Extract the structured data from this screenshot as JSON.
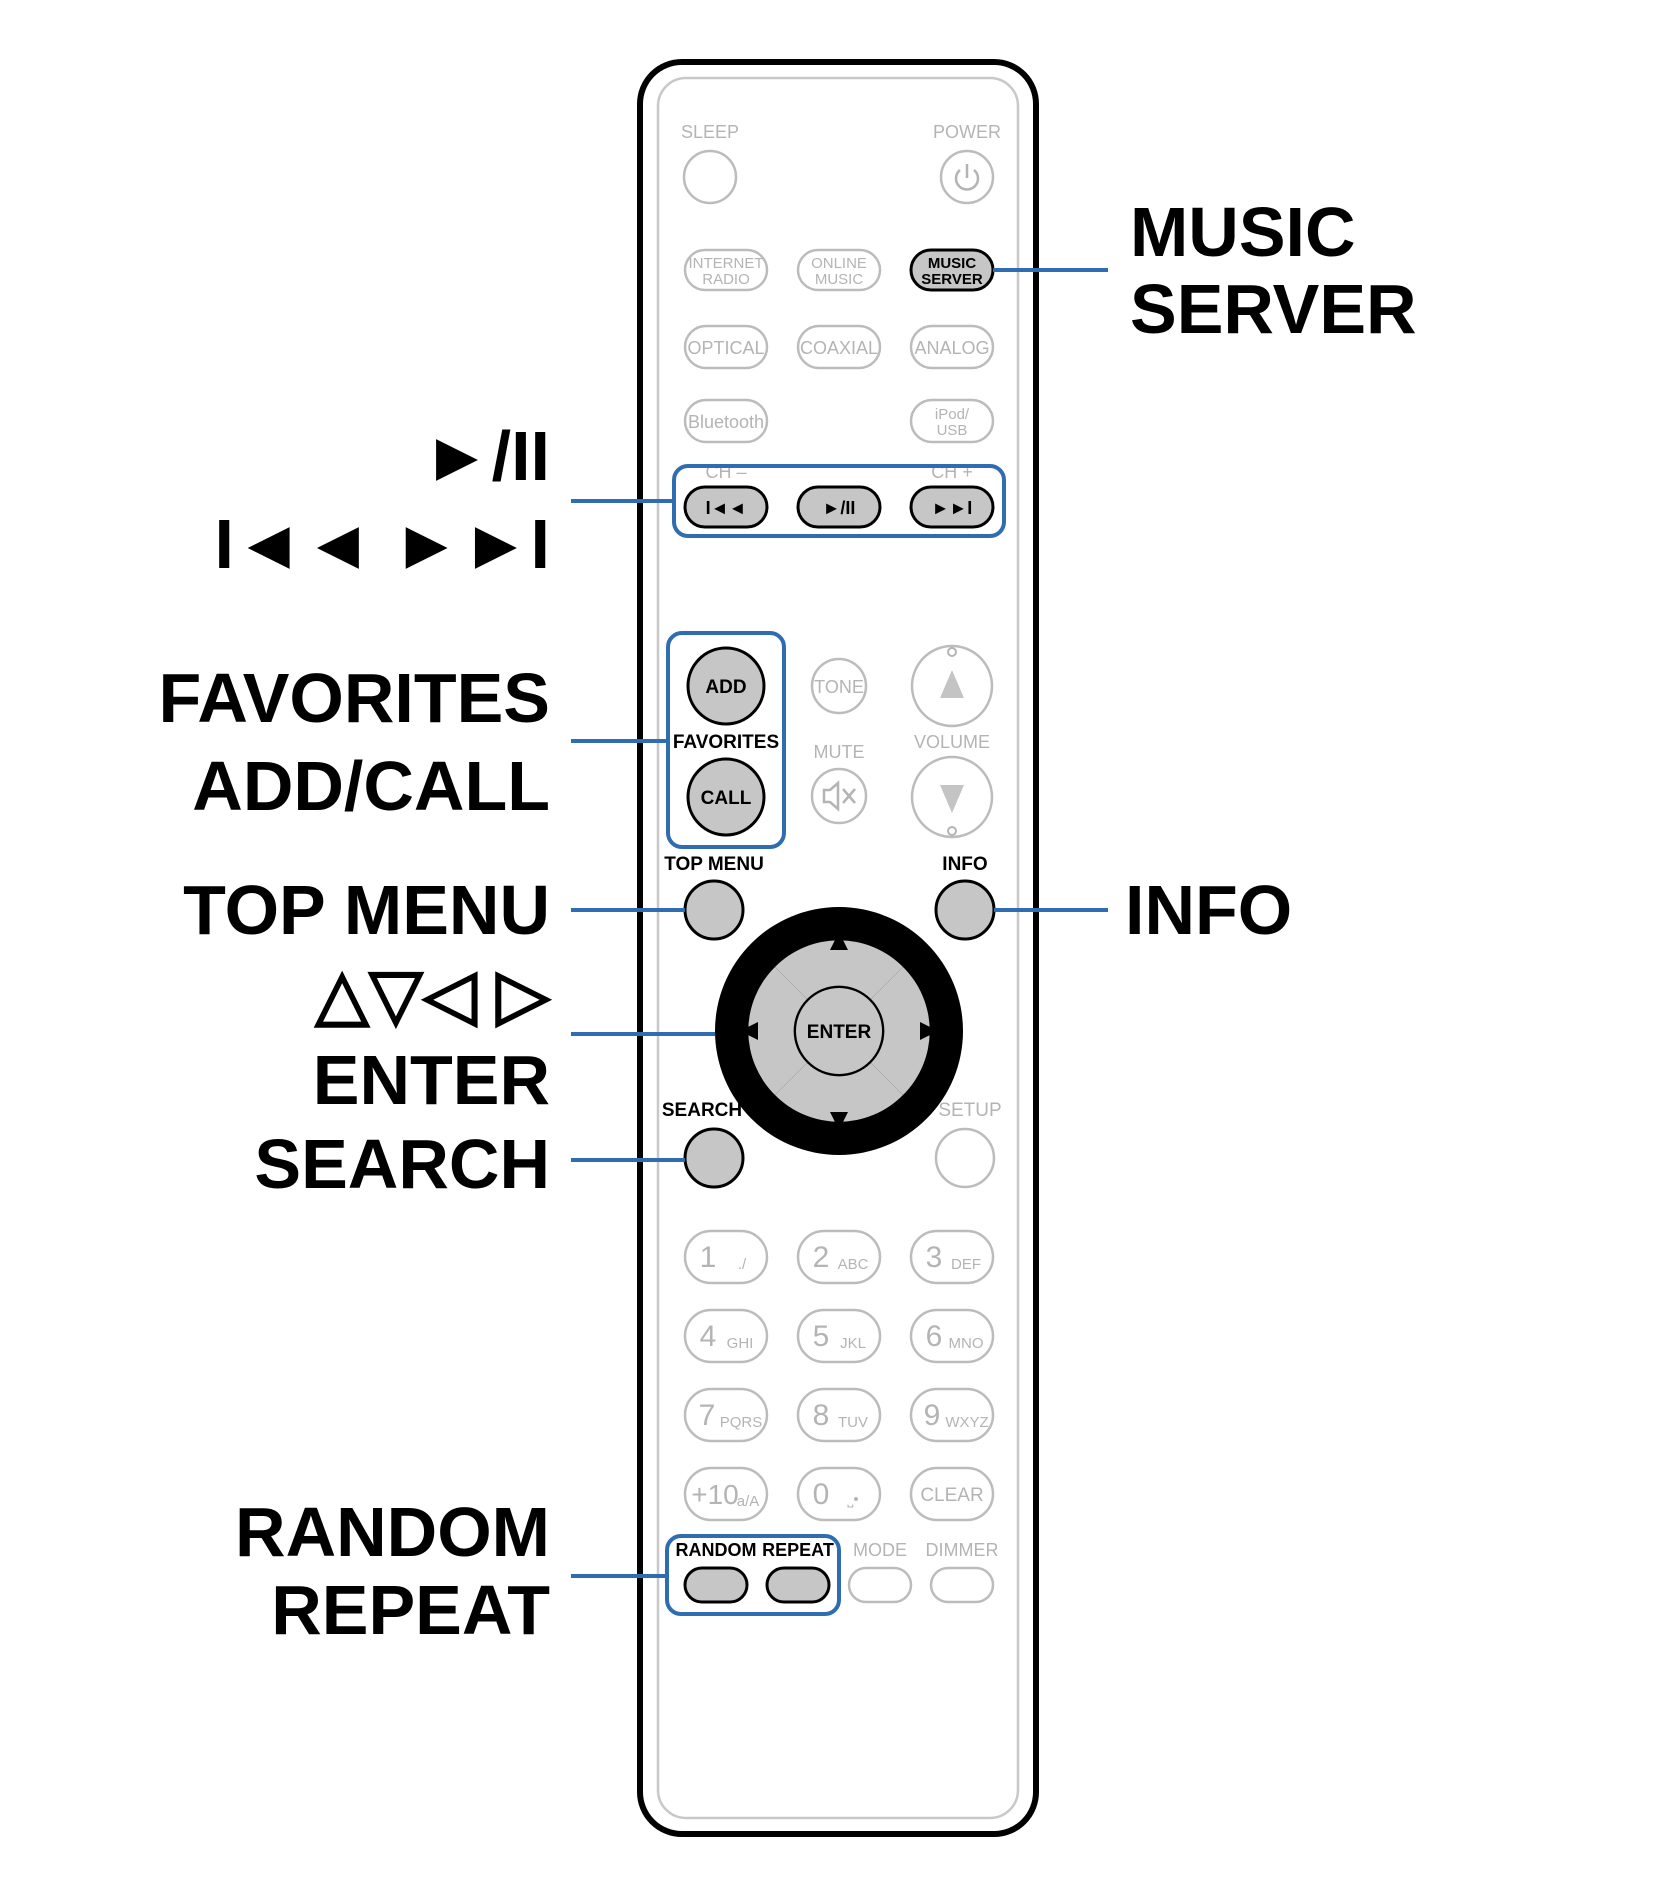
{
  "callouts": {
    "music_server_line1": "MUSIC",
    "music_server_line2": "SERVER",
    "play_pause": "►/II",
    "skip": "I◄◄ ►►I",
    "favorites_line1": "FAVORITES",
    "favorites_line2": "ADD/CALL",
    "top_menu": "TOP MENU",
    "info": "INFO",
    "cursor": "△▽◁ ▷",
    "enter": "ENTER",
    "search": "SEARCH",
    "random": "RANDOM",
    "repeat": "REPEAT"
  },
  "remote": {
    "sleep": "SLEEP",
    "power": "POWER",
    "internet_radio_1": "INTERNET",
    "internet_radio_2": "RADIO",
    "online_music_1": "ONLINE",
    "online_music_2": "MUSIC",
    "music_server_1": "MUSIC",
    "music_server_2": "SERVER",
    "optical": "OPTICAL",
    "coaxial": "COAXIAL",
    "analog": "ANALOG",
    "bluetooth": "Bluetooth",
    "ipod_1": "iPod/",
    "ipod_2": "USB",
    "ch_minus": "CH –",
    "ch_plus": "CH +",
    "prev_glyph": "I◄◄",
    "playpause_glyph": "►/II",
    "next_glyph": "►►I",
    "add": "ADD",
    "favorites": "FAVORITES",
    "call": "CALL",
    "tone": "TONE",
    "mute": "MUTE",
    "volume": "VOLUME",
    "top_menu": "TOP MENU",
    "info": "INFO",
    "enter": "ENTER",
    "search": "SEARCH",
    "setup": "SETUP",
    "keys": [
      {
        "num": "1",
        "sub": "./"
      },
      {
        "num": "2",
        "sub": "ABC"
      },
      {
        "num": "3",
        "sub": "DEF"
      },
      {
        "num": "4",
        "sub": "GHI"
      },
      {
        "num": "5",
        "sub": "JKL"
      },
      {
        "num": "6",
        "sub": "MNO"
      },
      {
        "num": "7",
        "sub": "PQRS"
      },
      {
        "num": "8",
        "sub": "TUV"
      },
      {
        "num": "9",
        "sub": "WXYZ"
      },
      {
        "num": "+10",
        "sub": "a/A"
      },
      {
        "num": "0",
        "sub": "⎵•"
      }
    ],
    "clear": "CLEAR",
    "random": "RANDOM",
    "repeat": "REPEAT",
    "mode": "MODE",
    "dimmer": "DIMMER"
  },
  "colors": {
    "accent_blue": "#2f6db0",
    "button_grey": "#c6c6c6",
    "faint_grey": "#b4b4b4"
  }
}
